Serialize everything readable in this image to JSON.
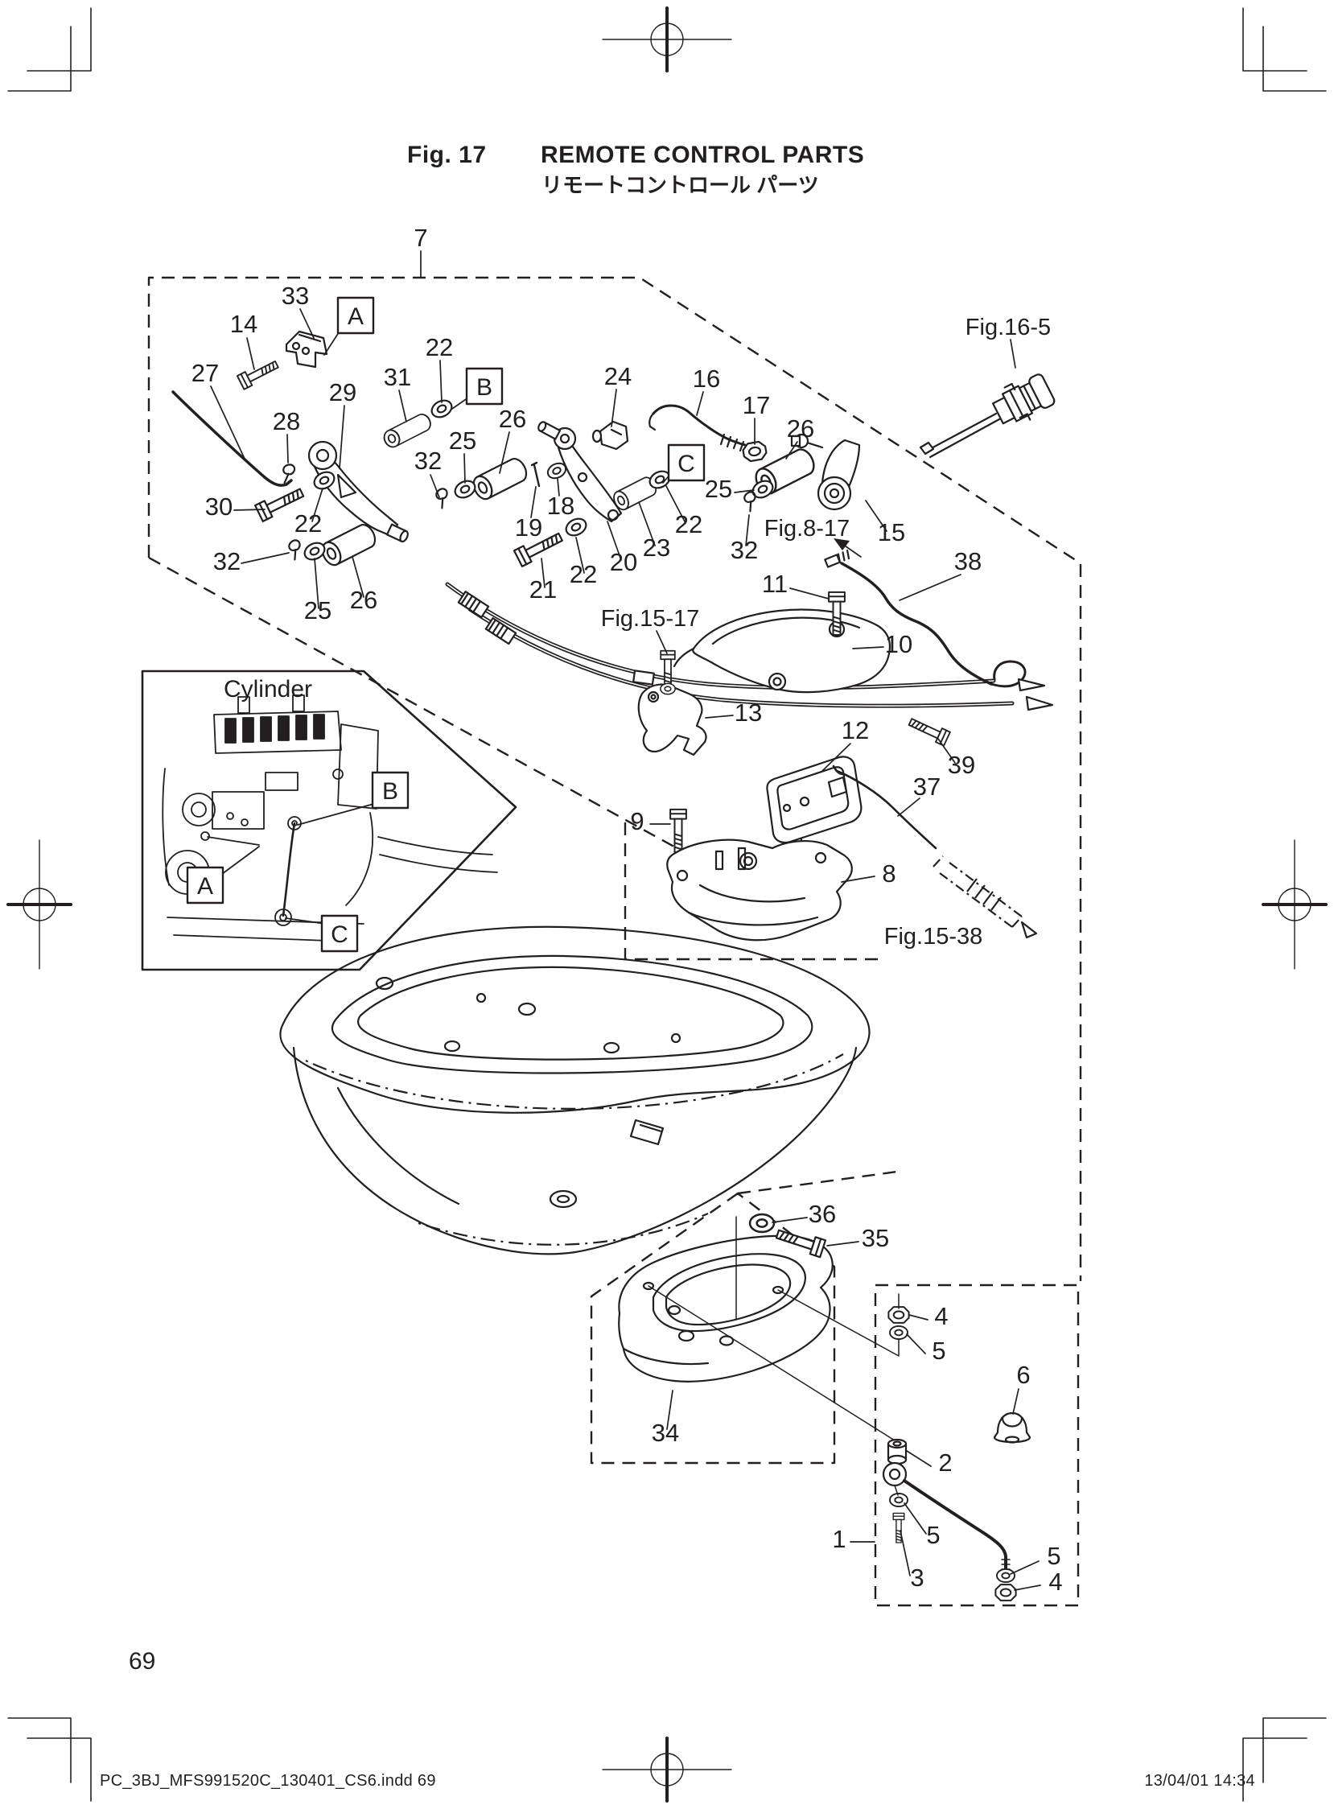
{
  "header": {
    "figure_label": "Fig. 17",
    "title": "REMOTE CONTROL PARTS",
    "title_ja": "リモートコントロール パーツ"
  },
  "page": {
    "number": "69",
    "footer_left": "PC_3BJ_MFS991520C_130401_CS6.indd   69",
    "footer_right": "13/04/01   14:34"
  },
  "inset": {
    "title": "Cylinder",
    "markers": [
      "A",
      "B",
      "C"
    ]
  },
  "markers": {
    "a": "A",
    "b": "B",
    "c": "C"
  },
  "figure_refs": {
    "fig16_5": "Fig.16-5",
    "fig8_17": "Fig.8-17",
    "fig15_17": "Fig.15-17",
    "fig15_38": "Fig.15-38"
  },
  "callouts": [
    "7",
    "33",
    "14",
    "27",
    "28",
    "29",
    "31",
    "22",
    "26",
    "25",
    "24",
    "16",
    "17",
    "26",
    "25",
    "32",
    "15",
    "38",
    "30",
    "22",
    "32",
    "25",
    "26",
    "32",
    "19",
    "18",
    "21",
    "22",
    "20",
    "23",
    "22",
    "11",
    "10",
    "13",
    "12",
    "39",
    "37",
    "9",
    "8",
    "36",
    "35",
    "4",
    "5",
    "6",
    "34",
    "2",
    "1",
    "5",
    "3",
    "5",
    "4"
  ],
  "colors": {
    "ink": "#231f20",
    "paper": "#ffffff"
  }
}
